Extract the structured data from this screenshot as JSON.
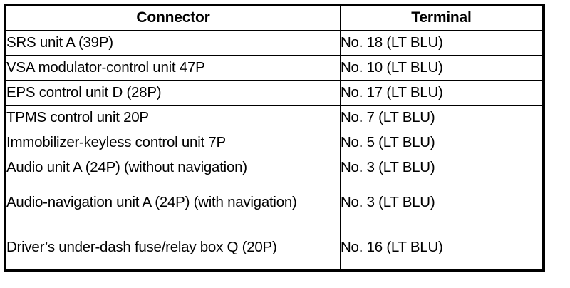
{
  "table": {
    "name": "connector-terminal-table",
    "columns": [
      {
        "key": "connector",
        "label": "Connector"
      },
      {
        "key": "terminal",
        "label": "Terminal"
      }
    ],
    "rows": [
      {
        "connector": "SRS unit A (39P)",
        "terminal": "No. 18 (LT BLU)",
        "lines": 1
      },
      {
        "connector": "VSA modulator-control unit 47P",
        "terminal": "No. 10 (LT BLU)",
        "lines": 1
      },
      {
        "connector": "EPS control unit D (28P)",
        "terminal": "No. 17 (LT BLU)",
        "lines": 1
      },
      {
        "connector": "TPMS control unit 20P",
        "terminal": "No. 7 (LT BLU)",
        "lines": 1
      },
      {
        "connector": "Immobilizer-keyless control unit 7P",
        "terminal": "No. 5 (LT BLU)",
        "lines": 1
      },
      {
        "connector": "Audio unit A (24P) (without navigation)",
        "terminal": "No. 3 (LT BLU)",
        "lines": 1
      },
      {
        "connector": "Audio-navigation unit A (24P) (with navigation)",
        "terminal": "No. 3 (LT BLU)",
        "lines": 2
      },
      {
        "connector": "Driver’s under-dash fuse/relay box Q (20P)",
        "terminal": "No. 16 (LT BLU)",
        "lines": 2
      }
    ]
  },
  "colors": {
    "border": "#000000",
    "text": "#000000",
    "background": "#ffffff"
  }
}
